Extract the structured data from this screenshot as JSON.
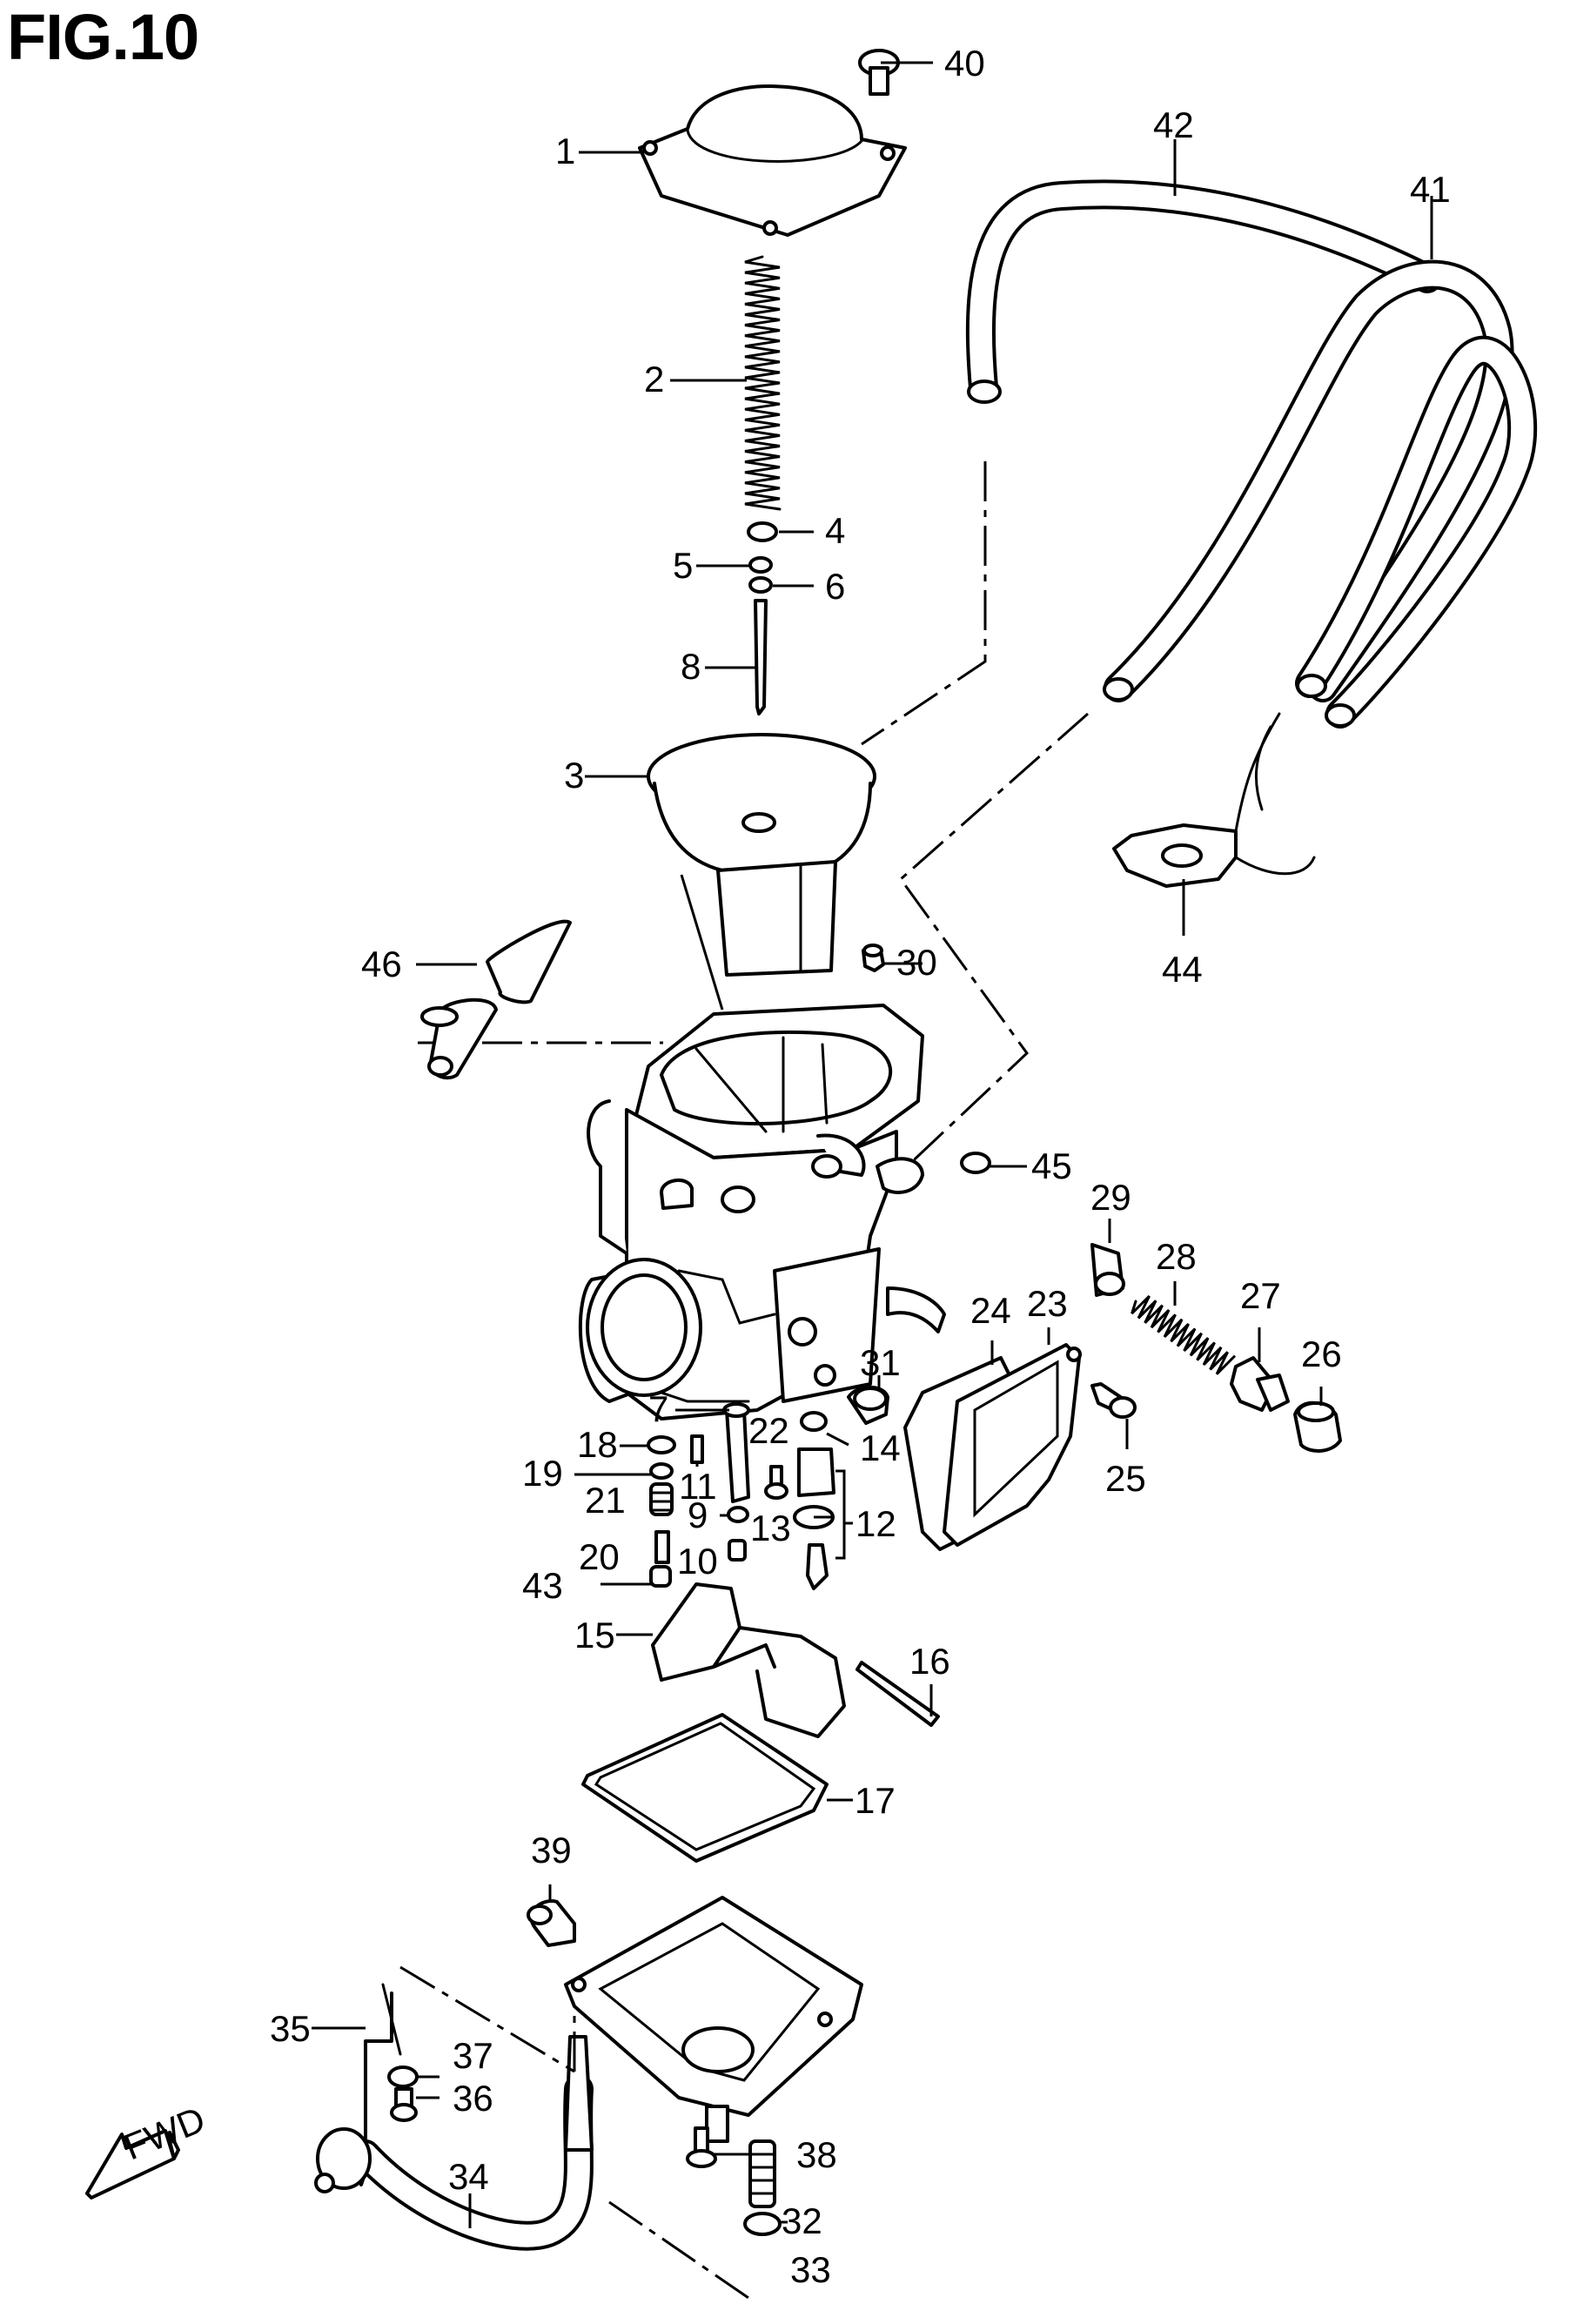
{
  "figure": {
    "title": "FIG.10",
    "direction_label": "FWD"
  },
  "callouts": [
    {
      "id": "1",
      "label": "1"
    },
    {
      "id": "2",
      "label": "2"
    },
    {
      "id": "3",
      "label": "3"
    },
    {
      "id": "4",
      "label": "4"
    },
    {
      "id": "5",
      "label": "5"
    },
    {
      "id": "6",
      "label": "6"
    },
    {
      "id": "7",
      "label": "7"
    },
    {
      "id": "8",
      "label": "8"
    },
    {
      "id": "9",
      "label": "9"
    },
    {
      "id": "10",
      "label": "10"
    },
    {
      "id": "11",
      "label": "11"
    },
    {
      "id": "12",
      "label": "12"
    },
    {
      "id": "13",
      "label": "13"
    },
    {
      "id": "14",
      "label": "14"
    },
    {
      "id": "15",
      "label": "15"
    },
    {
      "id": "16",
      "label": "16"
    },
    {
      "id": "17",
      "label": "17"
    },
    {
      "id": "18",
      "label": "18"
    },
    {
      "id": "19",
      "label": "19"
    },
    {
      "id": "20",
      "label": "20"
    },
    {
      "id": "21",
      "label": "21"
    },
    {
      "id": "22",
      "label": "22"
    },
    {
      "id": "23",
      "label": "23"
    },
    {
      "id": "24",
      "label": "24"
    },
    {
      "id": "25",
      "label": "25"
    },
    {
      "id": "26",
      "label": "26"
    },
    {
      "id": "27",
      "label": "27"
    },
    {
      "id": "28",
      "label": "28"
    },
    {
      "id": "29",
      "label": "29"
    },
    {
      "id": "30",
      "label": "30"
    },
    {
      "id": "31",
      "label": "31"
    },
    {
      "id": "32",
      "label": "32"
    },
    {
      "id": "33",
      "label": "33"
    },
    {
      "id": "34",
      "label": "34"
    },
    {
      "id": "35",
      "label": "35"
    },
    {
      "id": "36",
      "label": "36"
    },
    {
      "id": "37",
      "label": "37"
    },
    {
      "id": "38",
      "label": "38"
    },
    {
      "id": "39",
      "label": "39"
    },
    {
      "id": "40",
      "label": "40"
    },
    {
      "id": "41",
      "label": "41"
    },
    {
      "id": "42",
      "label": "42"
    },
    {
      "id": "43",
      "label": "43"
    },
    {
      "id": "44",
      "label": "44"
    },
    {
      "id": "45",
      "label": "45"
    },
    {
      "id": "46",
      "label": "46"
    }
  ]
}
